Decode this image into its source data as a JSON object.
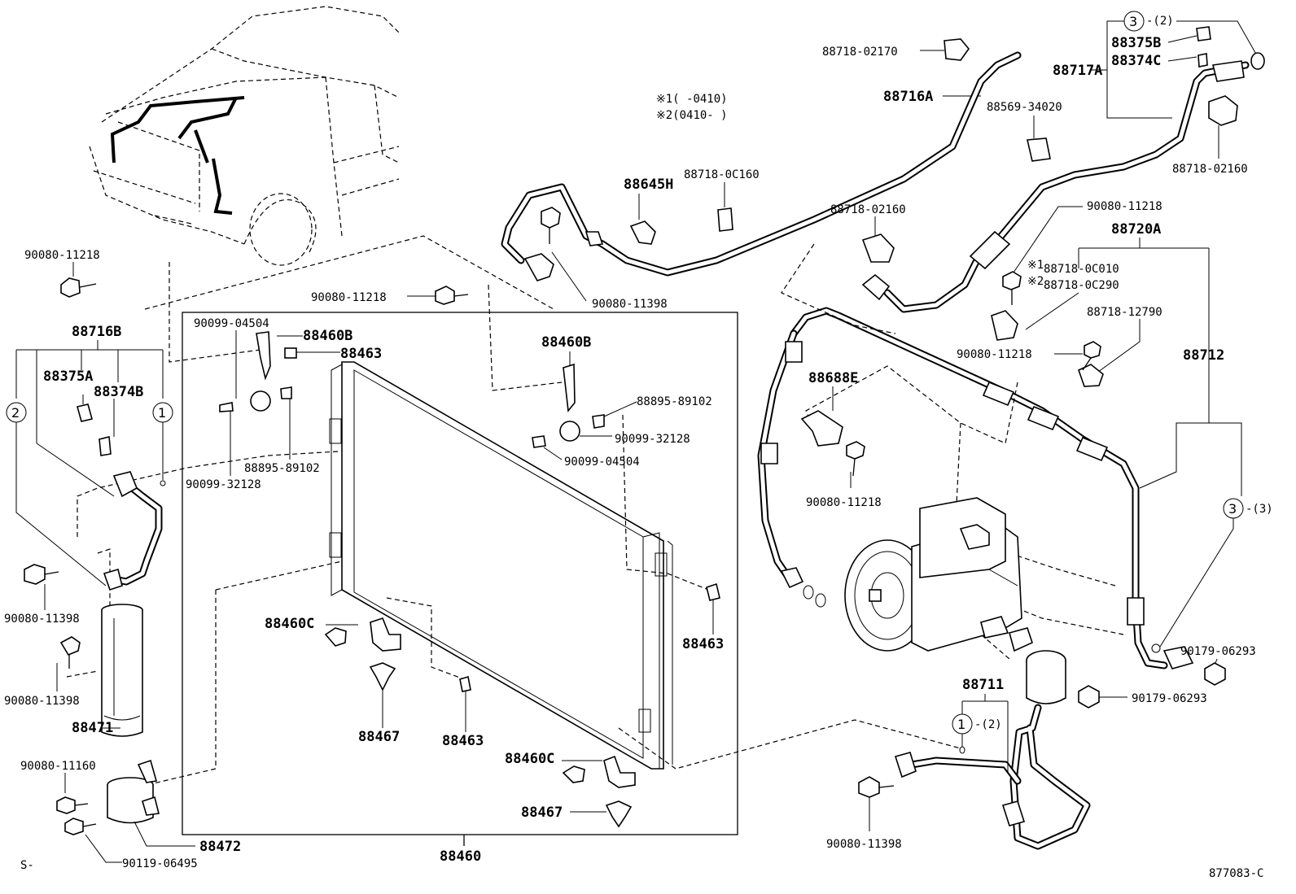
{
  "notes": {
    "note1": "※1(      -0410)",
    "note2": "※2(0410-      )"
  },
  "labels": {
    "l_88718_02170": "88718-02170",
    "l_88716A": "88716A",
    "l_88717A": "88717A",
    "l_88375B": "88375B",
    "l_88374C": "88374C",
    "l_88569": "88569-34020",
    "l_88718_02160_top": "88718-02160",
    "l_88645H": "88645H",
    "l_88718_0C160": "88718-0C160",
    "l_88718_02160_mid": "88718-02160",
    "l_90080_11218_r1": "90080-11218",
    "l_88720A": "88720A",
    "l_88718_0C010": "88718-0C010",
    "l_88718_0C290": "88718-0C290",
    "l_88718_12790": "88718-12790",
    "l_90080_11218_r2": "90080-11218",
    "l_88712": "88712",
    "l_88688E": "88688E",
    "l_90080_11218_r3": "90080-11218",
    "l_90179_06293_a": "90179-06293",
    "l_90179_06293_b": "90179-06293",
    "l_88711": "88711",
    "l_90080_11398_r": "90080-11398",
    "l_90080_11218_l1": "90080-11218",
    "l_90080_11218_c": "90080-11218",
    "l_90080_11398_c": "90080-11398",
    "l_90099_04504_a": "90099-04504",
    "l_88460B_a": "88460B",
    "l_88463_a": "88463",
    "l_88460B_b": "88460B",
    "l_88895_89102_a": "88895-89102",
    "l_90099_32128_a": "90099-32128",
    "l_90099_04504_b": "90099-04504",
    "l_88895_89102_b": "88895-89102",
    "l_90099_32128_b": "90099-32128",
    "l_88716B": "88716B",
    "l_88375A": "88375A",
    "l_88374B": "88374B",
    "l_90080_11398_l1": "90080-11398",
    "l_90080_11398_l2": "90080-11398",
    "l_88471": "88471",
    "l_90080_11160": "90080-11160",
    "l_88472": "88472",
    "l_90119_06495": "90119-06495",
    "l_88460C_a": "88460C",
    "l_88467_a": "88467",
    "l_88463_b": "88463",
    "l_88463_c": "88463",
    "l_88460C_b": "88460C",
    "l_88467_b": "88467",
    "l_88460": "88460",
    "l_S": "S-",
    "l_code": "877083-C"
  },
  "callouts": {
    "c3_top": "3",
    "c3_top_qty": "-(2)",
    "c3_right": "3",
    "c3_right_qty": "-(3)",
    "c1_bottom": "1",
    "c1_bottom_qty": "-(2)",
    "c2_left": "2",
    "c1_left": "1",
    "m1": "※1",
    "m2": "※2"
  }
}
